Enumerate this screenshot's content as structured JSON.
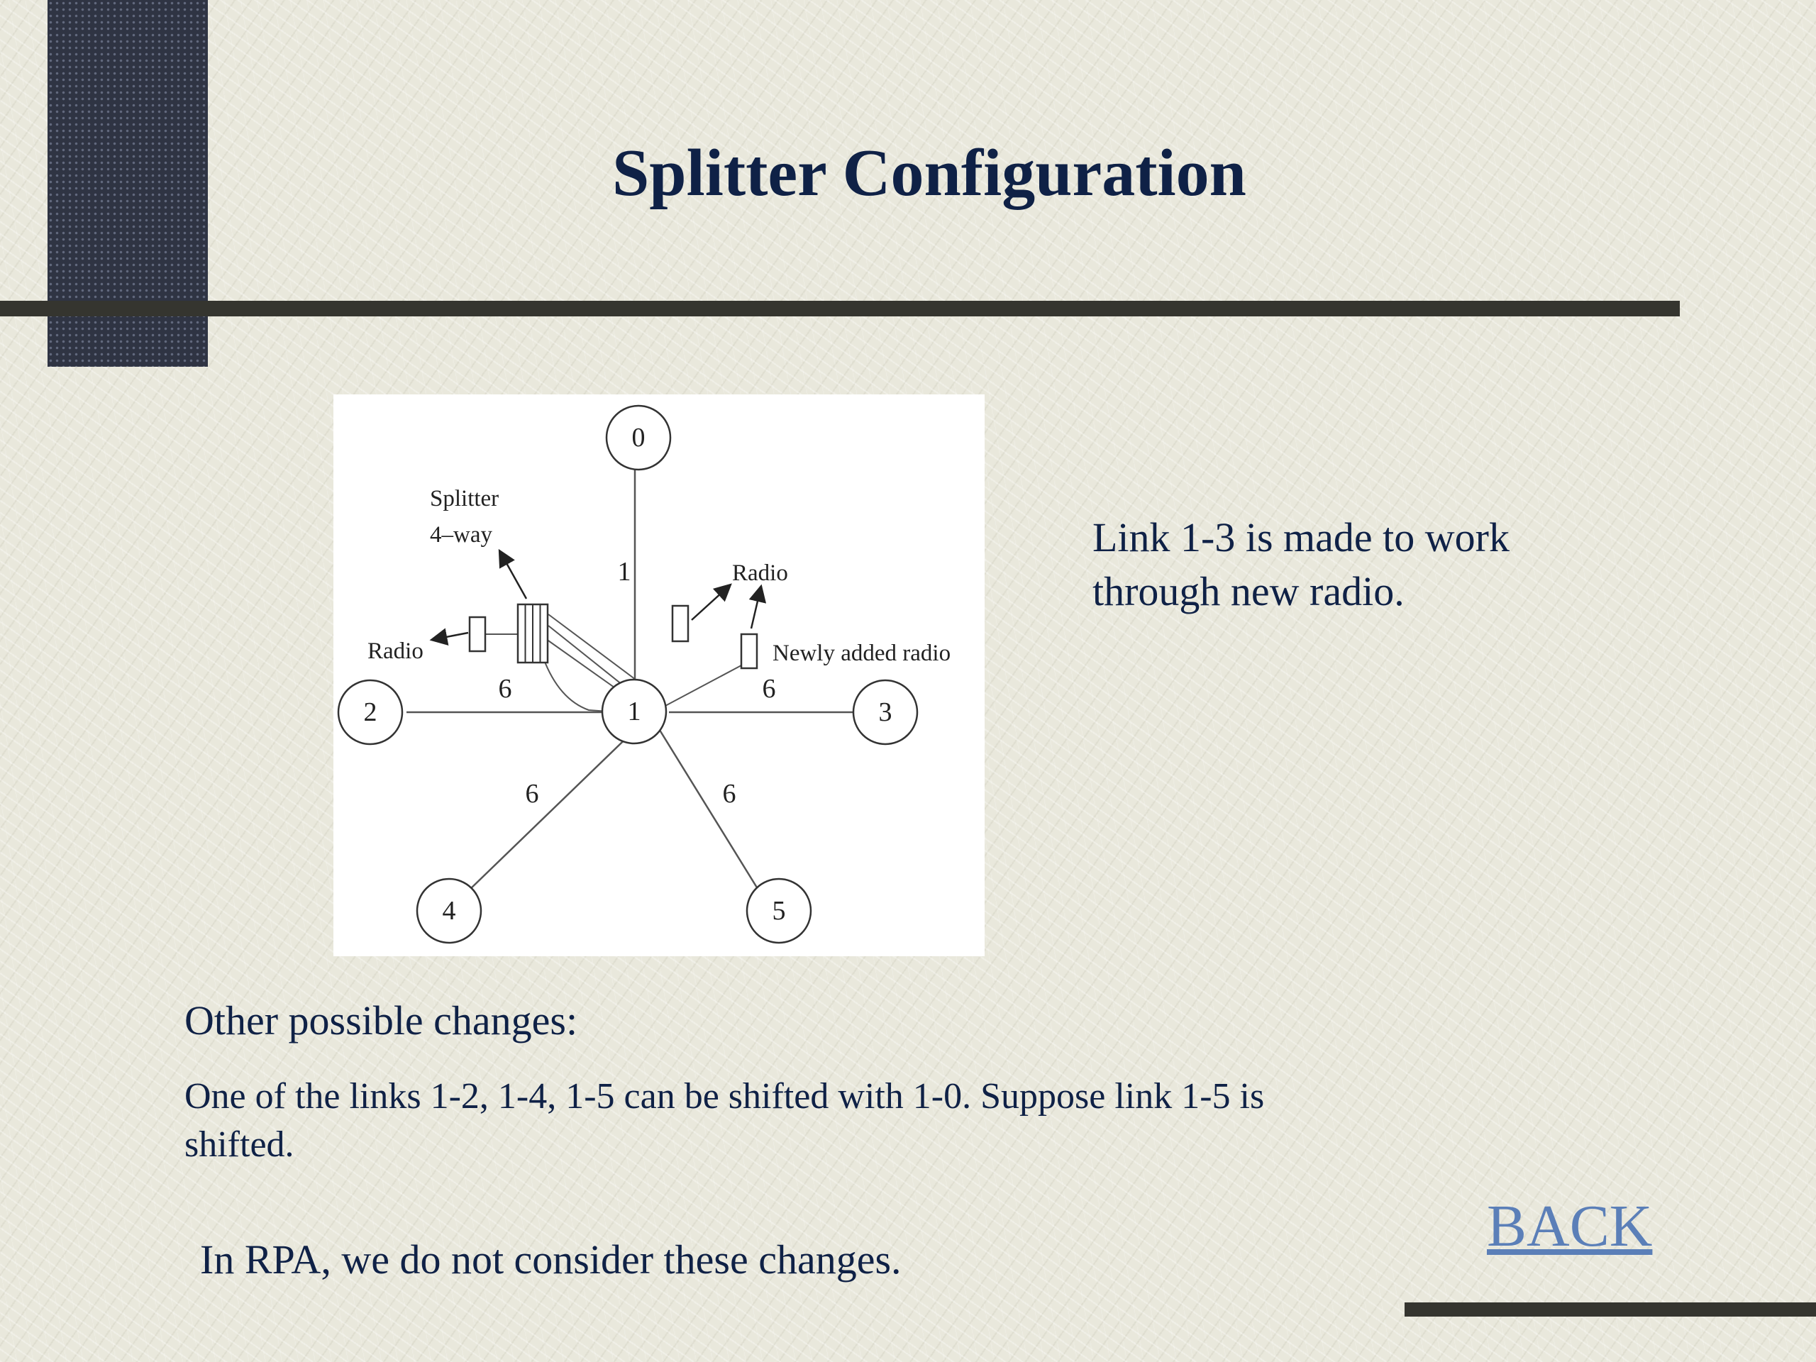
{
  "title": "Splitter Configuration",
  "diagram": {
    "nodes": [
      {
        "id": "0",
        "label": "0"
      },
      {
        "id": "1",
        "label": "1"
      },
      {
        "id": "2",
        "label": "2"
      },
      {
        "id": "3",
        "label": "3"
      },
      {
        "id": "4",
        "label": "4"
      },
      {
        "id": "5",
        "label": "5"
      }
    ],
    "edges": [
      {
        "from": "1",
        "to": "0",
        "label": "1"
      },
      {
        "from": "1",
        "to": "2",
        "label": "6"
      },
      {
        "from": "1",
        "to": "3",
        "label": "6"
      },
      {
        "from": "1",
        "to": "4",
        "label": "6"
      },
      {
        "from": "1",
        "to": "5",
        "label": "6"
      }
    ],
    "labels": {
      "splitter_line1": "Splitter",
      "splitter_line2": "4–way",
      "radio_left": "Radio",
      "radio_right": "Radio",
      "newly_added": "Newly added radio"
    }
  },
  "note_text": "Link 1-3 is made to work through new radio.",
  "changes_heading": "Other possible changes:",
  "changes_body": "One of the links 1-2, 1-4, 1-5 can be shifted with 1-0. Suppose link 1-5 is shifted.",
  "rpa_note": "In RPA, we do not consider these changes.",
  "back_label": "BACK",
  "colors": {
    "text": "#0f2146",
    "link": "#5b7fb8",
    "rule": "#35352f",
    "side_block": "#2f3443"
  }
}
